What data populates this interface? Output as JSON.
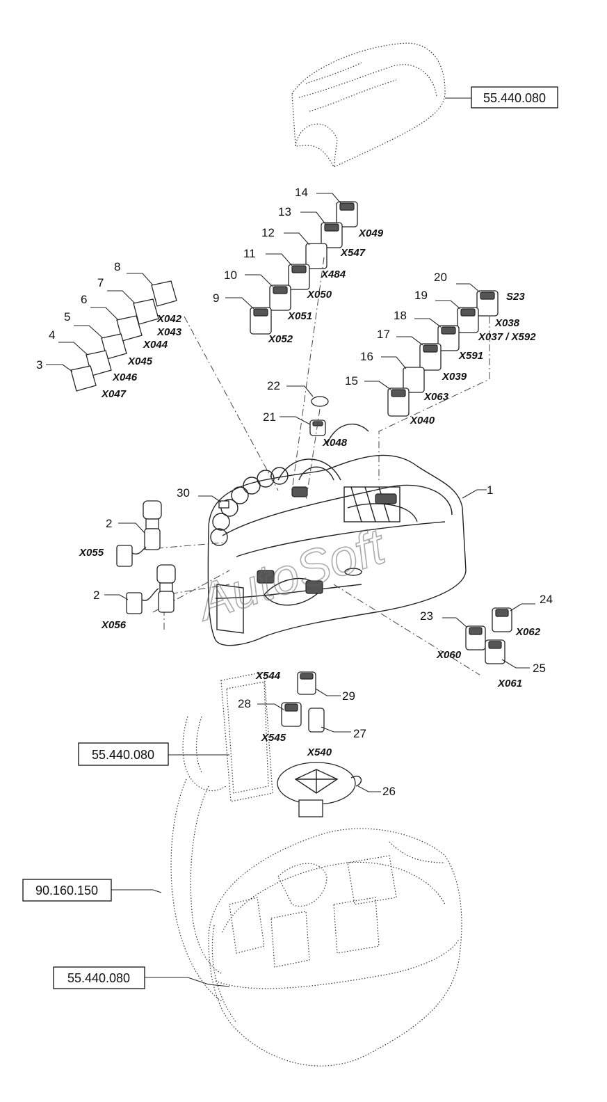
{
  "watermark": "AutoSoft",
  "references": {
    "top_cover": "55.440.080",
    "joystick": "55.440.080",
    "harness": "90.160.150",
    "bottom_housing": "55.440.080"
  },
  "callouts": {
    "c1": "1",
    "c2a": "2",
    "c2b": "2",
    "c3": "3",
    "c4": "4",
    "c5": "5",
    "c6": "6",
    "c7": "7",
    "c8": "8",
    "c9": "9",
    "c10": "10",
    "c11": "11",
    "c12": "12",
    "c13": "13",
    "c14": "14",
    "c15": "15",
    "c16": "16",
    "c17": "17",
    "c18": "18",
    "c19": "19",
    "c20": "20",
    "c21": "21",
    "c22": "22",
    "c23": "23",
    "c24": "24",
    "c25": "25",
    "c26": "26",
    "c27": "27",
    "c28": "28",
    "c29": "29",
    "c30": "30"
  },
  "connectors": {
    "x042": "X042",
    "x043": "X043",
    "x044": "X044",
    "x045": "X045",
    "x046": "X046",
    "x047": "X047",
    "x049": "X049",
    "x547": "X547",
    "x484": "X484",
    "x050": "X050",
    "x051": "X051",
    "x052": "X052",
    "s23": "S23",
    "x038": "X038",
    "x037_x592": "X037 / X592",
    "x591": "X591",
    "x039": "X039",
    "x063": "X063",
    "x040": "X040",
    "x048": "X048",
    "x055": "X055",
    "x056": "X056",
    "x060": "X060",
    "x062": "X062",
    "x061": "X061",
    "x544": "X544",
    "x545": "X545",
    "x540": "X540"
  }
}
